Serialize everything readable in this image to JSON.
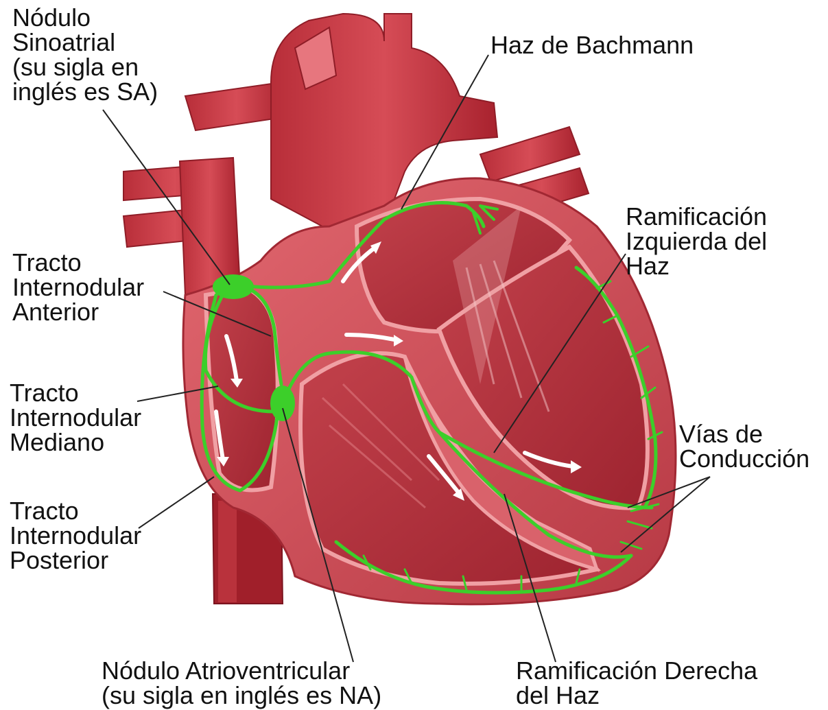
{
  "labels": {
    "sa_node": [
      "Nódulo",
      "Sinoatrial",
      "(su sigla en",
      "inglés es SA)"
    ],
    "bachmann": [
      "Haz de Bachmann"
    ],
    "left_bundle": [
      "Ramificación",
      "Izquierda del",
      "Haz"
    ],
    "anterior_tract": [
      "Tracto",
      "Internodular",
      "Anterior"
    ],
    "middle_tract": [
      "Tracto",
      "Internodular",
      "Mediano"
    ],
    "posterior_tract": [
      "Tracto",
      "Internodular",
      "Posterior"
    ],
    "conduction_paths": [
      "Vías de",
      "Conducción"
    ],
    "av_node": [
      "Nódulo Atrioventricular",
      "(su sigla en inglés es NA)"
    ],
    "right_bundle": [
      "Ramificación Derecha",
      "del Haz"
    ]
  },
  "colors": {
    "heart_outer": "#d8525a",
    "heart_wall": "#e8858a",
    "chamber": "#b8323c",
    "vessel_dark": "#a01f2a",
    "conduction": "#3ccf2a",
    "leader_line": "#222222",
    "arrow": "#ffffff"
  }
}
